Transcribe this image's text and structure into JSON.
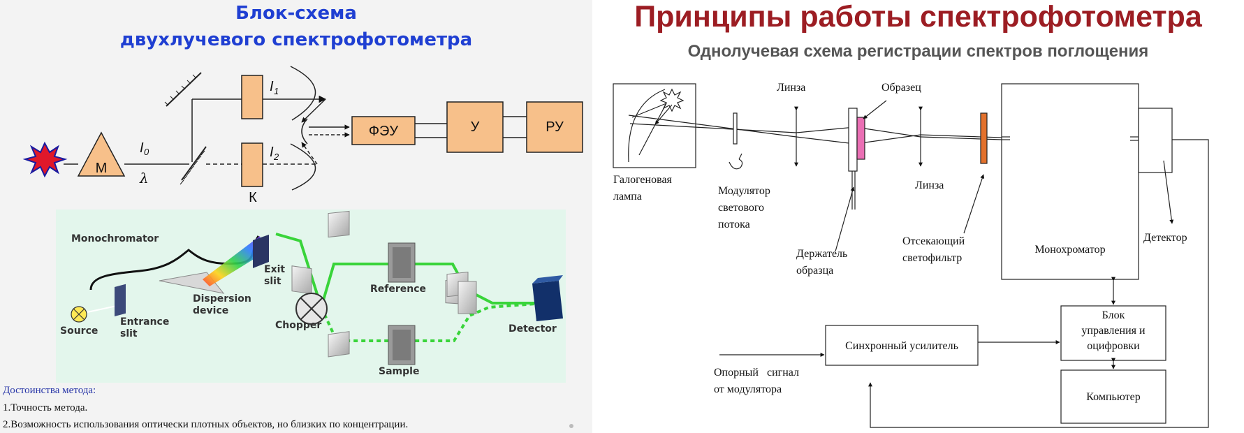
{
  "left": {
    "title_line1": "Блок-схема",
    "title_line2": "двухлучевого спектрофотометра",
    "block_labels": {
      "m": "М",
      "feu": "ФЭУ",
      "u": "У",
      "ru": "РУ",
      "k": "К",
      "i0": "I",
      "i0_sub": "0",
      "i1": "I",
      "i1_sub": "1",
      "i2": "I",
      "i2_sub": "2",
      "lambda": "λ"
    },
    "color_diagram": {
      "monochromator": "Monochromator",
      "exit_slit_1": "Exit",
      "exit_slit_2": "slit",
      "dispersion_1": "Dispersion",
      "dispersion_2": "device",
      "source": "Source",
      "entrance_1": "Entrance",
      "entrance_2": "slit",
      "chopper": "Chopper",
      "reference": "Reference",
      "sample": "Sample",
      "detector": "Detector"
    },
    "advantages": {
      "heading": "Достоинства метода:",
      "item1": "1.Точность метода.",
      "item2": "2.Возможность использования оптически плотных объектов, но близких по концентрации."
    }
  },
  "right": {
    "title": "Принципы работы спектрофотометра",
    "subtitle": "Однолучевая схема регистрации спектров поглощения",
    "labels": {
      "lens_top": "Линза",
      "sample": "Образец",
      "halogen_1": "Галогеновая",
      "halogen_2": "лампа",
      "modulator_1": "Модулятор",
      "modulator_2": "светового",
      "modulator_3": "потока",
      "lens_bottom": "Линза",
      "holder_1": "Держатель",
      "holder_2": "образца",
      "cutoff_1": "Отсекающий",
      "cutoff_2": "светофильтр",
      "monochromator": "Монохроматор",
      "detector": "Детектор",
      "control_1": "Блок",
      "control_2": "управления и",
      "control_3": "оцифровки",
      "lockin": "Синхронный усилитель",
      "ref_signal_1": "Опорный   сигнал",
      "ref_signal_2": "от модулятора",
      "computer": "Компьютер"
    }
  },
  "colors": {
    "left_title": "#1f3fd2",
    "right_title": "#9c1d23",
    "block_fill": "#f7c08a",
    "beam_green": "#39d43a",
    "panel_bg": "#e3f6ec",
    "sample_pink": "#ea6fb4",
    "filter_orange": "#e3712c"
  }
}
